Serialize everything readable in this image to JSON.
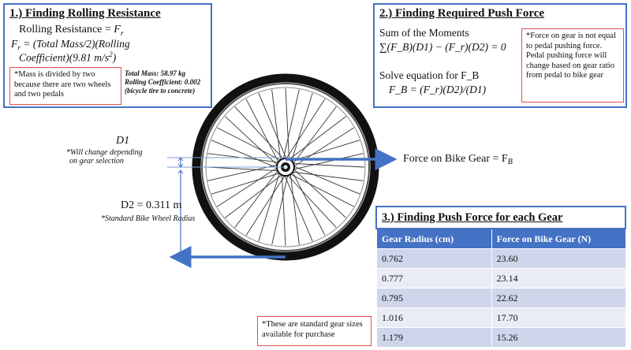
{
  "section1": {
    "title": "1.) Finding Rolling Resistance",
    "line1_text": "Rolling Resistance = ",
    "fr_symbol": "F",
    "fr_sub": "r",
    "formula_lhs": " = (Total Mass/2)(Rolling",
    "formula_line2": "Coefficient)(9.81 m/s",
    "formula_line2_sup": "2",
    "formula_line2_end": ")",
    "note": "*Mass is divided by two because there are two wheels and two pedals",
    "total_mass": "Total Mass: 58.97 kg",
    "rolling_coeff": "Rolling Coefficient: 0.002",
    "surface": "(bicycle tire to concrete)"
  },
  "section2": {
    "title": "2.) Finding Required Push Force",
    "sum_label": "Sum of the Moments",
    "moment_eq": "∑(F_B)(D1) − (F_r)(D2) = 0",
    "solve_label": "Solve equation for F_B",
    "solution": "F_B = (F_r)(D2)/(D1)",
    "note": "*Force on gear is not equal to pedal pushing force. Pedal pushing force will change based on gear ratio from pedal to bike gear"
  },
  "diagram": {
    "d1_label": "D1",
    "d1_note_line1": "*Will change depending",
    "d1_note_line2": "on gear selection",
    "d2_label": "D2 = 0.311 m",
    "d2_note": "*Standard Bike Wheel Radius",
    "force_label": "Force on Bike Gear = F",
    "force_sub": "B",
    "arrow_color": "#4472c4"
  },
  "section3": {
    "title": "3.) Finding Push Force for each Gear",
    "headers": [
      "Gear Radius (cm)",
      "Force on Bike Gear (N)"
    ],
    "rows": [
      [
        "0.762",
        "23.60"
      ],
      [
        "0.777",
        "23.14"
      ],
      [
        "0.795",
        "22.62"
      ],
      [
        "1.016",
        "17.70"
      ],
      [
        "1.179",
        "15.26"
      ]
    ],
    "note": "*These are standard gear sizes available for purchase"
  },
  "colors": {
    "panel_border": "#4472c4",
    "note_border": "#e05050",
    "table_header": "#4472c4",
    "row_odd": "#cfd5ea",
    "row_even": "#e9ebf5"
  }
}
